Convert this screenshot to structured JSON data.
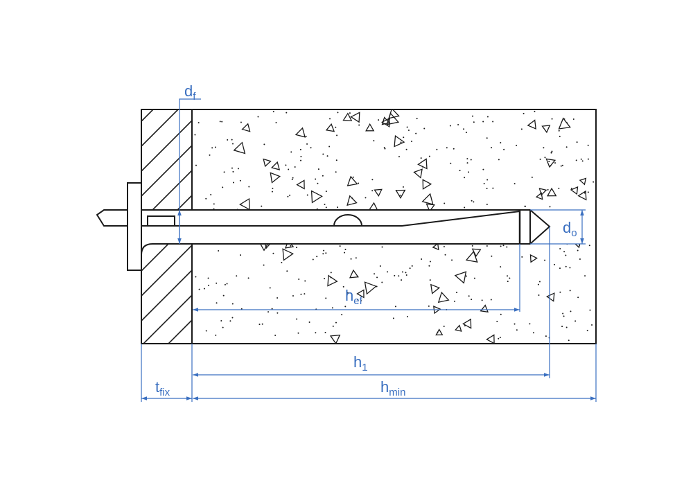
{
  "colors": {
    "line": "#1a1a1a",
    "dimension": "#3a6fc0",
    "background": "#ffffff"
  },
  "labels": {
    "df": {
      "main": "d",
      "sub": "f"
    },
    "d0": {
      "main": "d",
      "sub": "o"
    },
    "hef": {
      "main": "h",
      "sub": "ef"
    },
    "h1": {
      "main": "h",
      "sub": "1"
    },
    "hmin": {
      "main": "h",
      "sub": "min"
    },
    "tfix": {
      "main": "t",
      "sub": "fix"
    }
  }
}
